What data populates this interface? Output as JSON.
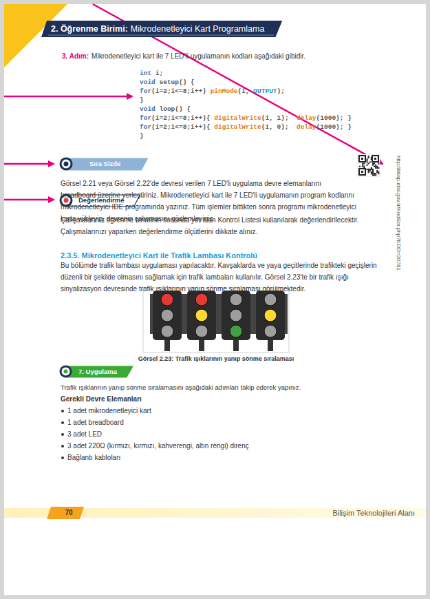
{
  "diagram": {
    "caption": "Görsel 2.23: Trafik ışıklarının yanıp sönme sıralaması",
    "nodes": [
      {
        "text": [
          "2. Öğrenme Birimi:",
          "Mikrodenetleyici Kart Programlama"
        ]
      },
      {
        "text": [
          "Sıra Sizde"
        ]
      },
      {
        "text": [
          "Değerlendirme"
        ]
      },
      {
        "text": [
          "7. Uygulama"
        ]
      }
    ],
    "labels": [
      "3. Adım:",
      "Mikrodenetleyici kart ile 7 LED'li uygulamanın kodları aşağıdaki gibidir.",
      "int i;",
      "void setup() {",
      "for(i=2;i<=8;i++) pinMode(i, OUTPUT);",
      "}",
      "void loop() {",
      "for(i=2;i<=8;i++){ digitalWrite(i, 1);  delay(1000); }",
      "for(i=2;i<=8;i++){ digitalWrite(i, 0);  delay(1000); }",
      "}",
      "Görsel 2.21 veya Görsel 2.22'de devresi verilen 7 LED'li uygulama devre elemanlarını breadboard üzerine yerleştiriniz. Mikrodenetleyici kart ile 7 LED'li uygulamanın program kodlarını mikrodenetleyici IDE programında yazınız. Tüm işlemler bittikten sonra programı mikrodenetleyici karta yükleyip, devrenin çalışmasını gözlemleyiniz.",
      "http://kitap.eba.gov.tr/KodSor.php?KOD=20781",
      "Çalışmalarınız öğrenme biriminin sonunda yer alan Kontrol Listesi kullanılarak değerlendirilecektir. Çalışmalarınızı yaparken değerlendirme ölçütlerini dikkate alınız.",
      "2.3.5. Mikrodenetleyici Kart ile Trafik Lambası Kontrolü",
      "Bu bölümde trafik lambası uygulaması yapılacaktır. Kavşaklarda ve yaya geçitlerinde trafikteki geçişlerin düzenli bir şekilde olmasını sağlamak için trafik lambaları kullanılır. Görsel 2.23'te bir trafik ışığı sinyalizasyon devresinde trafik ışıklarının yanıp sönme sıralaması görülmektedir.",
      "Trafik ışıklarının yanıp sönme sıralamasını aşağıdaki adımları takip ederek yapınız.",
      "Gerekli Devre Elemanları",
      "1 adet mikrodenetleyici kart",
      "1 adet breadboard",
      "3 adet LED",
      "3 adet 220Ω (kırmızı, kırmızı, kahverengi, altın rengi) direnç",
      "Bağlantı kabloları",
      "70",
      "Bilişim Teknolojileri Alanı"
    ]
  }
}
